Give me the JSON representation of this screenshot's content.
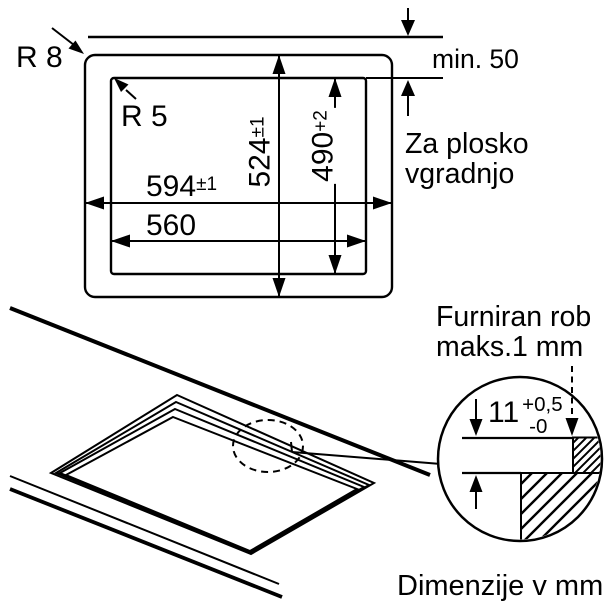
{
  "top_view": {
    "outer_radius_label": "R 8",
    "inner_radius_label": "R 5",
    "outer_width_value": "594",
    "outer_width_tolerance": "±1",
    "inner_width_value": "560",
    "outer_height_value": "524",
    "outer_height_tolerance": "±1",
    "inner_height_value": "490",
    "inner_height_tolerance": "+2",
    "min_rear_distance_label": "min. 50",
    "flush_mount_note_line1": "Za plosko",
    "flush_mount_note_line2": "vgradnjo"
  },
  "detail_view": {
    "veneer_note_line1": "Furniran rob",
    "veneer_note_line2": "maks.1 mm",
    "recess_depth_value": "11",
    "recess_depth_tolerance_plus": "+0,5",
    "recess_depth_tolerance_minus": "-0"
  },
  "footer": {
    "units_note": "Dimenzije v mm"
  },
  "colors": {
    "line": "#000000",
    "background": "#ffffff"
  }
}
